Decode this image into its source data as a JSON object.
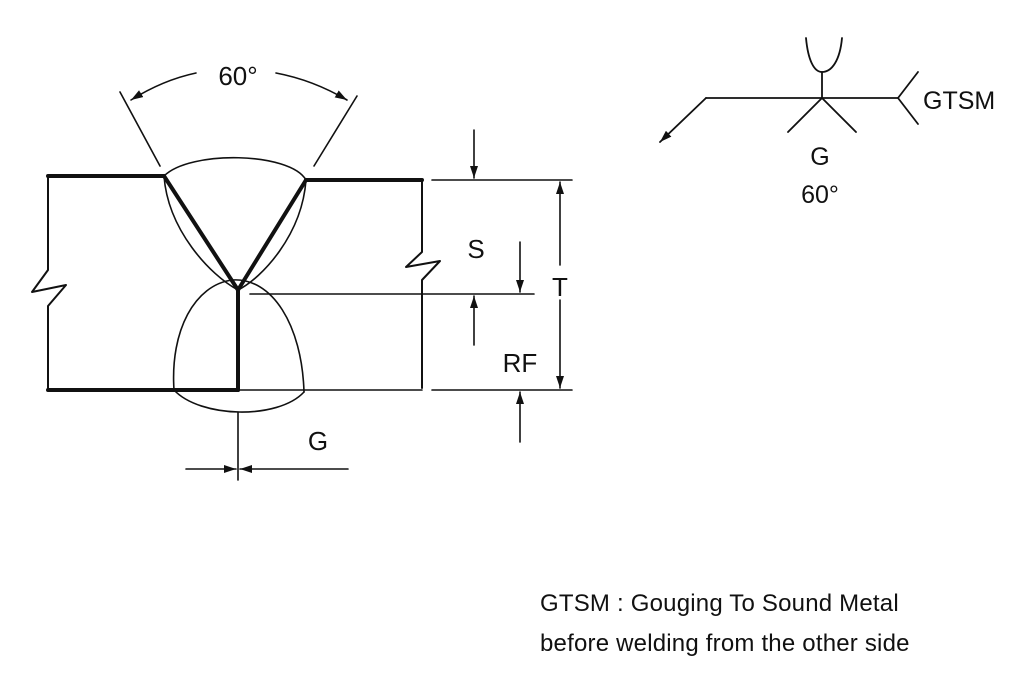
{
  "diagram": {
    "labels": {
      "angle": "60°",
      "S": "S",
      "T": "T",
      "RF": "RF",
      "G": "G"
    },
    "symbol": {
      "tail_text": "GTSM",
      "gap_label": "G",
      "angle_label": "60°"
    },
    "note": {
      "line1": "GTSM : Gouging To Sound Metal",
      "line2": "before welding from the other side"
    }
  }
}
